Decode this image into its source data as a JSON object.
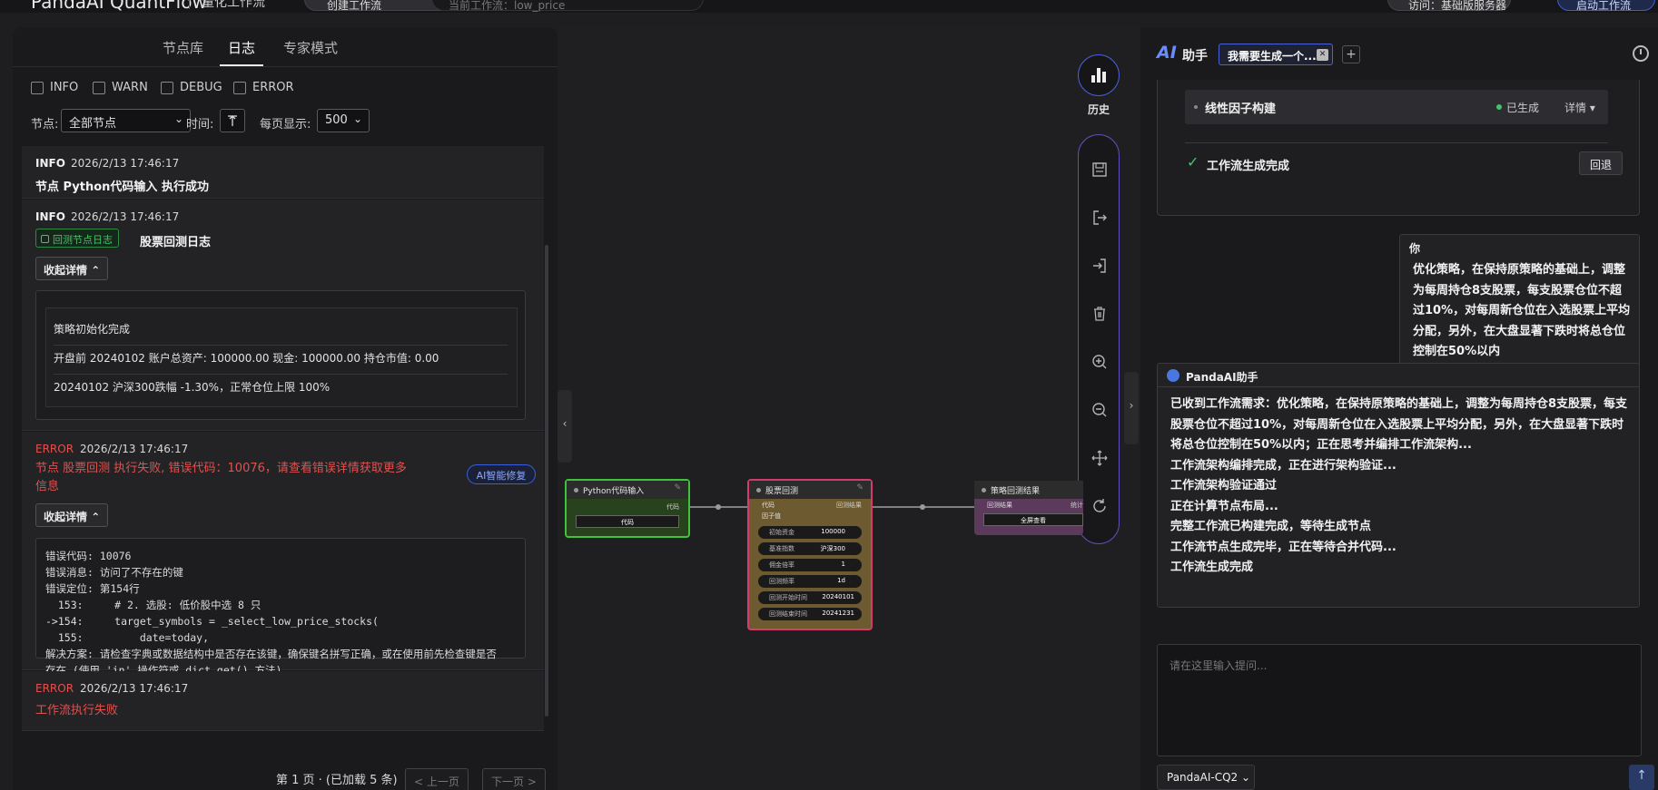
{
  "topbar": {
    "brand": "PandaAI QuantFlow",
    "subtitle": "量化工作流",
    "create_label": "创建工作流",
    "search_placeholder": "当前工作流：low_price",
    "right_btn1": "访问：基础版服务器",
    "right_btn2": "启动工作流"
  },
  "left_tabs": [
    "节点库",
    "日志",
    "专家模式"
  ],
  "filters": [
    "INFO",
    "WARN",
    "DEBUG",
    "ERROR"
  ],
  "controls": {
    "node_label": "节点:",
    "node_value": "全部节点",
    "time_label": "时间:",
    "per_page_label": "每页显示:",
    "per_page_value": "500"
  },
  "logs": {
    "e1": {
      "level": "INFO",
      "time": "2026/2/13 17:46:17",
      "msg": "节点 Python代码输入 执行成功"
    },
    "e2": {
      "level": "INFO",
      "time": "2026/2/13 17:46:17",
      "badge": "回测节点日志",
      "title": "股票回测日志",
      "collapse": "收起详情",
      "rows": [
        "策略初始化完成",
        "开盘前 20240102 账户总资产: 100000.00 现金: 100000.00 持仓市值: 0.00",
        "20240102 沪深300跌幅 -1.30%，正常仓位上限 100%"
      ]
    },
    "e3": {
      "level": "ERROR",
      "time": "2026/2/13 17:46:17",
      "msg": "节点 股票回测 执行失败, 错误代码：10076，请查看错误详情获取更多信息",
      "ai_fix": "AI智能修复",
      "collapse": "收起详情",
      "code": "错误代码: 10076\n错误消息: 访问了不存在的键\n错误定位: 第154行\n  153:     # 2. 选股: 低价股中选 8 只\n->154:     target_symbols = _select_low_price_stocks(\n  155:         date=today,\n解决方案: 请检查字典或数据结构中是否存在该键，确保键名拼写正确，或在使用前先检查键是否\n存在 (使用 'in' 操作符或 dict.get() 方法)"
    },
    "e4": {
      "level": "ERROR",
      "time": "2026/2/13 17:46:17",
      "msg": "工作流执行失败"
    }
  },
  "pagination": {
    "info": "第 1 页 · (已加载 5 条)",
    "prev": "< 上一页",
    "next": "下一页 >"
  },
  "canvas": {
    "history_label": "历史",
    "node1": {
      "title": "Python代码输入",
      "out": "代码",
      "btn": "代码"
    },
    "node2": {
      "title": "股票回测",
      "in1": "代码",
      "in2": "因子值",
      "out": "回测结果",
      "fields": [
        {
          "k": "初始资金",
          "v": "100000"
        },
        {
          "k": "基准指数",
          "v": "沪深300"
        },
        {
          "k": "佣金倍率",
          "v": "1"
        },
        {
          "k": "回测频率",
          "v": "1d"
        },
        {
          "k": "回测开始时间",
          "v": "20240101"
        },
        {
          "k": "回测结束时间",
          "v": "20241231"
        }
      ]
    },
    "node3": {
      "title": "策略回测结果",
      "in": "回测结果",
      "out": "统计",
      "btn": "全屏查看"
    }
  },
  "assistant": {
    "title": "助手",
    "chat_tab": "我需要生成一个...",
    "step_name": "线性因子构建",
    "step_status": "已生成",
    "step_detail": "详情 ▾",
    "done_text": "工作流生成完成",
    "rollback": "回退",
    "user_label": "你",
    "user_msg": "优化策略，在保持原策略的基础上，调整为每周持仓8支股票，每支股票仓位不超过10%，对每周新仓位在入选股票上平均分配，另外，在大盘显著下跌时将总仓位控制在50%以内",
    "bot_name": "PandaAI助手",
    "bot_lines": [
      "已收到工作流需求：优化策略，在保持原策略的基础上，调整为每周持仓8支股票，每支股票仓位不超过10%，对每周新仓位在入选股票上平均分配，另外，在大盘显著下跌时将总仓位控制在50%以内；正在思考并编排工作流架构...",
      "工作流架构编排完成，正在进行架构验证...",
      "工作流架构验证通过",
      "正在计算节点布局...",
      "完整工作流已构建完成，等待生成节点",
      "工作流节点生成完毕，正在等待合并代码...",
      "工作流生成完成"
    ],
    "input_placeholder": "请在这里输入提问...",
    "model": "PandaAI-CQ2"
  }
}
